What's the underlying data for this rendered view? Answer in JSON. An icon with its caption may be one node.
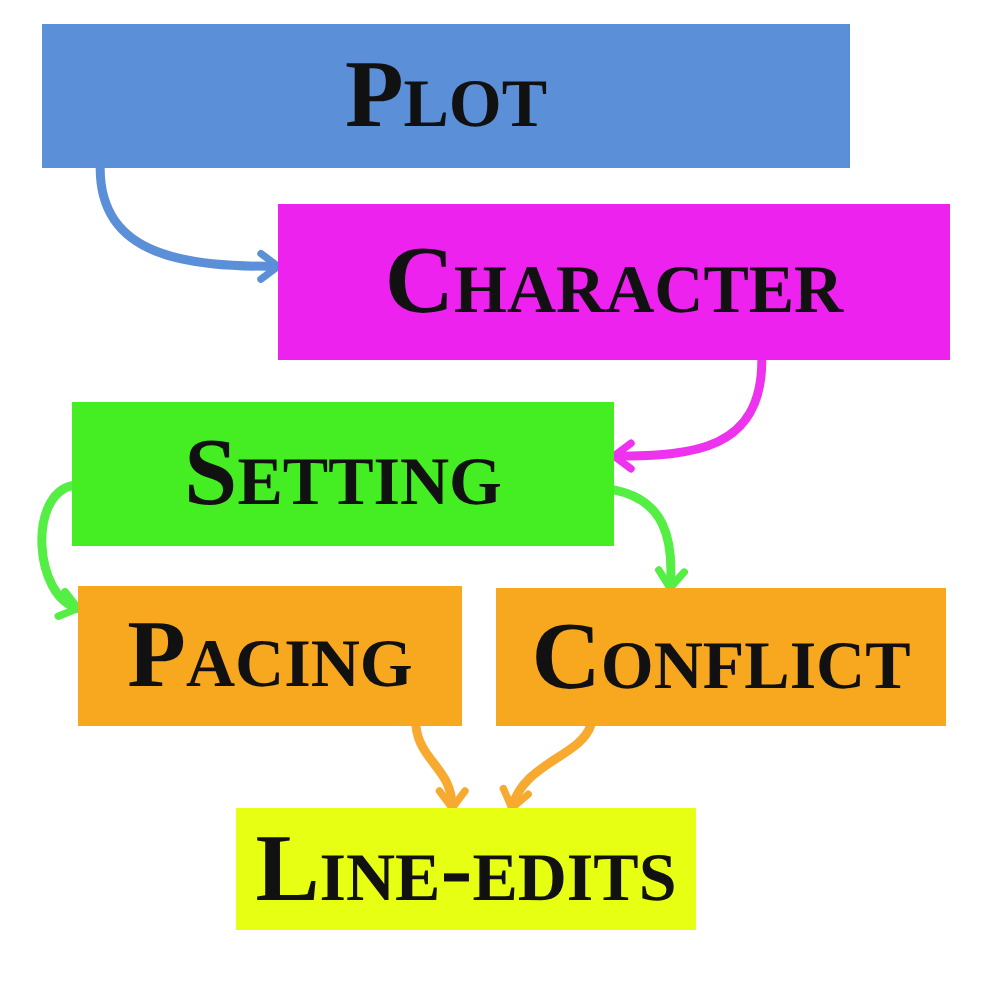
{
  "diagram": {
    "nodes": [
      {
        "text": [
          "Plot"
        ]
      },
      {
        "text": [
          "Character"
        ]
      },
      {
        "text": [
          "Setting"
        ]
      },
      {
        "text": [
          "Pacing"
        ]
      },
      {
        "text": [
          "Conflict"
        ]
      },
      {
        "text": [
          "Line-edits"
        ]
      }
    ],
    "edges": [
      {
        "from": 0,
        "to": 1,
        "arrow": "to",
        "color": "#5b8fd8"
      },
      {
        "from": 1,
        "to": 2,
        "arrow": "to",
        "color": "#ee33ee"
      },
      {
        "from": 2,
        "to": 3,
        "arrow": "to",
        "color": "#55ee44"
      },
      {
        "from": 2,
        "to": 4,
        "arrow": "to",
        "color": "#55ee44"
      },
      {
        "from": 3,
        "to": 5,
        "arrow": "to",
        "color": "#f8aa30"
      },
      {
        "from": 4,
        "to": 5,
        "arrow": "to",
        "color": "#f8aa30"
      }
    ]
  }
}
